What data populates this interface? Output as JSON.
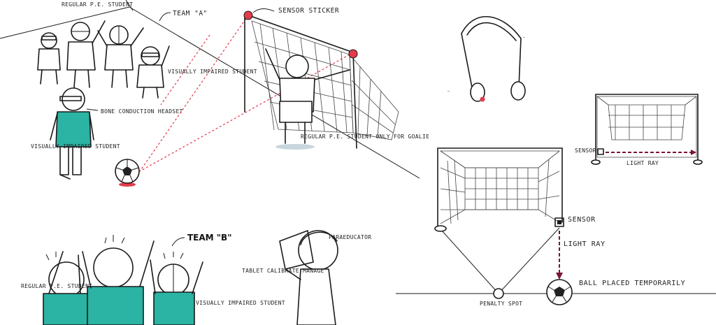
{
  "labels": {
    "regular_pe_student_top": "REGULAR P.E. STUDENT",
    "team_a": "TEAM \"A\"",
    "sensor_sticker": "SENSOR STICKER",
    "visually_impaired_student_top": "VISUALLY IMPAIRED STUDENT",
    "bone_conduction_headset": "BONE CONDUCTION HEADSET",
    "visually_impaired_student_left": "VISUALLY IMPAIRED STUDENT",
    "regular_pe_goalie": "REGULAR P.E. STUDENT ONLY FOR GOALIE",
    "team_b": "TEAM \"B\"",
    "regular_pe_student_bottom": "REGULAR P.E. STUDENT",
    "visually_impaired_student_bottom": "VISUALLY IMPAIRED STUDENT",
    "paraeducator": "PARAEDUCATOR",
    "tablet_calibrate": "TABLET CALIBRATE MANAGE",
    "sensor_small": "SENSOR",
    "light_ray_small": "LIGHT RAY",
    "sensor_big": "SENSOR",
    "light_ray_big": "LIGHT RAY",
    "ball_placed": "BALL PLACED TEMPORARILY",
    "penalty_spot": "PENALTY SPOT"
  },
  "colors": {
    "vest_teal": "#2bb3a3",
    "sensor_red": "#e23b4a",
    "ray_maroon": "#7a1530",
    "ink": "#1a1a1a"
  }
}
